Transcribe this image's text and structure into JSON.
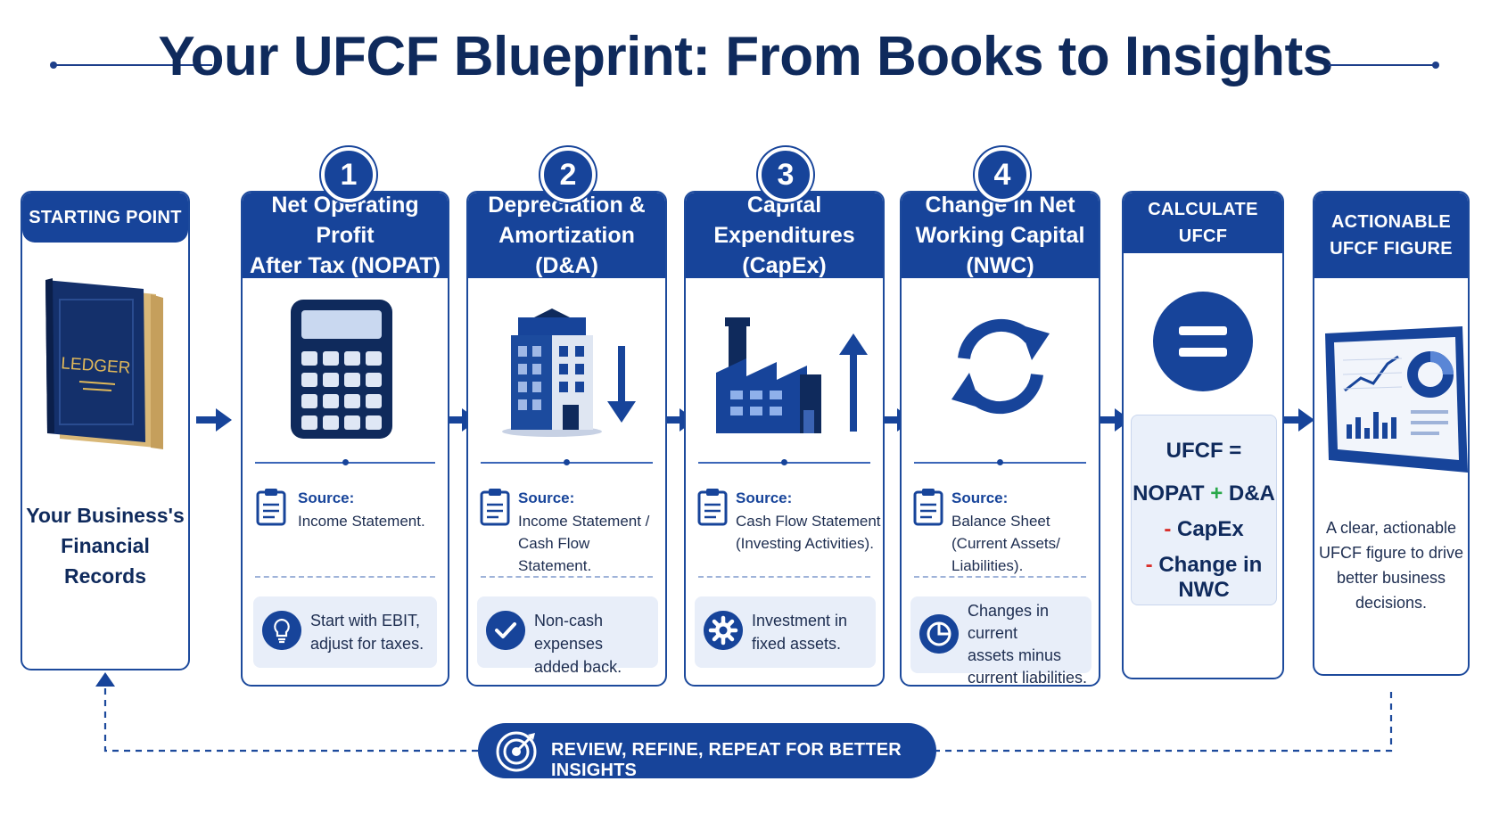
{
  "title": "Your UFCF Blueprint: From Books to Insights",
  "start": {
    "header": "STARTING POINT",
    "book_label": "LEDGER",
    "caption_line1": "Your Business's",
    "caption_line2": "Financial Records"
  },
  "steps": [
    {
      "number": "1",
      "header_line1": "Net Operating Profit",
      "header_line2": "After Tax (NOPAT)",
      "source_label": "Source:",
      "source_lines": [
        "Income Statement."
      ],
      "tip_lines": [
        "Start with EBIT,",
        "adjust for taxes."
      ],
      "icon": "calculator-icon",
      "tip_icon": "lightbulb-icon"
    },
    {
      "number": "2",
      "header_line1": "Depreciation &",
      "header_line2": "Amortization (D&A)",
      "source_label": "Source:",
      "source_lines": [
        "Income Statement /",
        "Cash Flow Statement."
      ],
      "tip_lines": [
        "Non-cash expenses",
        "added back."
      ],
      "icon": "building-down-arrow-icon",
      "tip_icon": "checkmark-icon"
    },
    {
      "number": "3",
      "header_line1": "Capital",
      "header_line2": "Expenditures (CapEx)",
      "source_label": "Source:",
      "source_lines": [
        "Cash Flow Statement",
        "(Investing Activities)."
      ],
      "tip_lines": [
        "Investment in",
        "fixed assets."
      ],
      "icon": "factory-up-arrow-icon",
      "tip_icon": "gear-icon"
    },
    {
      "number": "4",
      "header_line1": "Change in Net",
      "header_line2": "Working Capital (NWC)",
      "source_label": "Source:",
      "source_lines": [
        "Balance Sheet",
        "(Current Assets/",
        "Liabilities)."
      ],
      "tip_lines": [
        "Changes in current",
        "assets minus",
        "current liabilities."
      ],
      "icon": "cycle-arrows-icon",
      "tip_icon": "pie-chart-icon"
    }
  ],
  "calculate": {
    "header": "CALCULATE UFCF",
    "f1": "UFCF =",
    "f2a": "NOPAT",
    "plus": "+",
    "f2b": "D&A",
    "minus": "-",
    "f3": "CapEx",
    "f4": "Change in NWC"
  },
  "actionable": {
    "header_line1": "ACTIONABLE",
    "header_line2": "UFCF FIGURE",
    "caption_lines": [
      "A clear, actionable",
      "UFCF figure to drive",
      "better business",
      "decisions."
    ]
  },
  "banner": {
    "text": "REVIEW, REFINE, REPEAT FOR BETTER INSIGHTS"
  },
  "colors": {
    "primary": "#17449a",
    "dark": "#0f2a5c",
    "plus": "#2aa84a",
    "minus": "#d9302c",
    "tip_bg": "#e8eef9"
  }
}
